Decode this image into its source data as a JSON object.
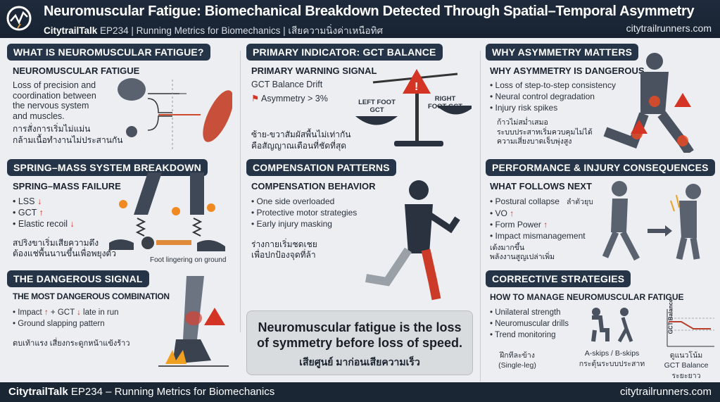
{
  "header": {
    "title": "Neuromuscular Fatigue: Biomechanical Breakdown Detected Through Spatial–Temporal Asymmetry",
    "brand": "CitytrailTalk",
    "subtitle": "EP234 | Running Metrics for Biomechanics | เสียความนิ่งค่าเหนือทิศ",
    "site": "citytrailrunners.com"
  },
  "s1": {
    "pill": "WHAT IS NEUROMUSCULAR FATIGUE?",
    "heading": "NEUROMUSCULAR FATIGUE",
    "text": "Loss of precision and coordination between the nervous system and muscles.",
    "thai1": "การสั่งการเริ่มไม่แม่น",
    "thai2": "กล้ามเนื้อทำงานไม่ประสานกัน"
  },
  "s2": {
    "pill": "SPRING–MASS SYSTEM BREAKDOWN",
    "heading": "SPRING–MASS FAILURE",
    "items": [
      "LSS",
      "GCT",
      "Elastic recoil"
    ],
    "arrows": [
      "↓",
      "↑",
      "↓"
    ],
    "thai1": "สปริงขาเริ่มเสียความตึง",
    "thai2": "ต้องแช่พื้นนานขึ้นเพื่อพยุงตัว",
    "caption": "Foot lingering on ground"
  },
  "s3": {
    "pill": "THE DANGEROUS SIGNAL",
    "heading": "THE MOST DANGEROUS COMBINATION",
    "item1a": "Impact",
    "item1b": "+ GCT",
    "item1c": "late in run",
    "item2": "Ground slapping pattern",
    "thai": "ตบเท้าแรง เสี่ยงกระดูกหน้าแข้งร้าว"
  },
  "s4": {
    "pill": "PRIMARY INDICATOR: GCT BALANCE",
    "heading": "PRIMARY WARNING SIGNAL",
    "text": "GCT Balance Drift",
    "flag": "Asymmetry > 3%",
    "left": "LEFT FOOT GCT",
    "right": "RIGHT FOOT GCT",
    "thai1": "ซ้าย-ขวาสัมผัสพื้นไม่เท่ากัน",
    "thai2": "คือสัญญาณเตือนที่ชัดที่สุด"
  },
  "s5": {
    "pill": "COMPENSATION PATTERNS",
    "heading": "COMPENSATION BEHAVIOR",
    "items": [
      "One side overloaded",
      "Protective motor strategies",
      "Early injury masking"
    ],
    "thai1": "ร่างกายเริ่มชดเชย",
    "thai2": "เพื่อปกป้องจุดที่ล้า"
  },
  "quote": {
    "line1": "Neuromuscular fatigue is the loss",
    "line2": "of symmetry before loss of speed.",
    "thai": "เสียศูนย์ มาก่อนเสียความเร็ว"
  },
  "s6": {
    "pill": "WHY ASYMMETRY MATTERS",
    "heading": "WHY ASYMMETRY IS DANGEROUS",
    "items": [
      "Loss of step-to-step consistency",
      "Neural control degradation",
      "Injury risk spikes"
    ],
    "thai1": "ก้าวไม่สม่ำเสมอ",
    "thai2": "ระบบประสาทเริ่มควบคุมไม่ได้",
    "thai3": "ความเสี่ยงบาดเจ็บพุ่งสูง"
  },
  "s7": {
    "pill": "PERFORMANCE & INJURY CONSEQUENCES",
    "heading": "WHAT FOLLOWS NEXT",
    "item1": "Postural collapse",
    "item1thai": "ลำตัวยุบ",
    "item2": "VO",
    "item3": "Form Power",
    "item4": "Impact mismanagement",
    "thai1": "เด้งมากขึ้น",
    "thai2": "พลังงานสูญเปล่าเพิ่ม"
  },
  "s8": {
    "pill": "CORRECTIVE STRATEGIES",
    "heading": "HOW TO MANAGE NEUROMUSCULAR FATIGUE",
    "items": [
      "Unilateral strength",
      "Neuromuscular drills",
      "Trend monitoring"
    ],
    "cap1a": "ฝึกทีละข้าง",
    "cap1b": "(Single-leg)",
    "cap2a": "A-skips / B-skips",
    "cap2b": "กระตุ้นระบบประสาท",
    "cap3a": "ดูแนวโน้ม",
    "cap3b": "GCT Balance",
    "cap3c": "ระยะยาว",
    "chart_label": "GCT Balance"
  },
  "footer": {
    "brand": "CitytrailTalk",
    "text": "EP234 – Running Metrics for Biomechanics",
    "site": "citytrailrunners.com"
  },
  "colors": {
    "navy": "#263447",
    "red": "#d43424",
    "bg": "#eceef1"
  }
}
